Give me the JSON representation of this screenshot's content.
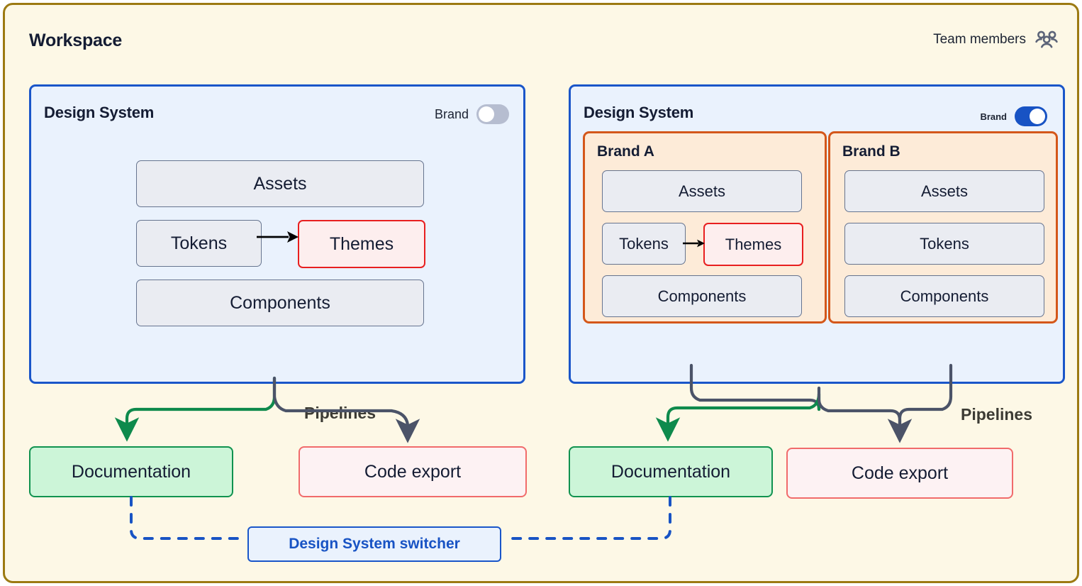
{
  "header": {
    "title": "Workspace",
    "team_members_label": "Team members",
    "team_members_icon": "people-icon"
  },
  "colors": {
    "page_bg": "#fdf8e6",
    "page_border": "#9c7a12",
    "panel_bg": "#eaf2fd",
    "panel_border": "#1a56c9",
    "brand_card_bg": "#fdebd8",
    "brand_card_border": "#d4571a",
    "grey_box_bg": "#eaecf2",
    "grey_box_border": "#66748f",
    "themes_bg": "#fdeeee",
    "themes_border": "#e81f1f",
    "doc_bg": "#ccf5d8",
    "doc_border": "#10924f",
    "code_bg": "#fdf2f3",
    "code_border": "#f16b6b",
    "toggle_on": "#1853c4",
    "toggle_off": "#b6bdd0",
    "wire_dark": "#4b5368",
    "wire_green": "#0e8a4c",
    "wire_blue_dashed": "#1853c4",
    "switcher_text": "#1853c4"
  },
  "left_system": {
    "title": "Design System",
    "brand_toggle": {
      "label": "Brand",
      "state": "off"
    },
    "boxes": {
      "assets": "Assets",
      "tokens": "Tokens",
      "themes": "Themes",
      "components": "Components"
    },
    "pipelines_label": "Pipelines",
    "outputs": {
      "documentation": "Documentation",
      "code_export": "Code export"
    }
  },
  "right_system": {
    "title": "Design System",
    "brand_toggle": {
      "label": "Brand",
      "state": "on"
    },
    "brands": [
      {
        "name": "Brand A",
        "boxes": {
          "assets": "Assets",
          "tokens": "Tokens",
          "themes": "Themes",
          "components": "Components"
        }
      },
      {
        "name": "Brand B",
        "boxes": {
          "assets": "Assets",
          "tokens": "Tokens",
          "components": "Components"
        }
      }
    ],
    "pipelines_label": "Pipelines",
    "outputs": {
      "documentation": "Documentation",
      "code_export": "Code export"
    }
  },
  "switcher": {
    "label": "Design System switcher"
  }
}
